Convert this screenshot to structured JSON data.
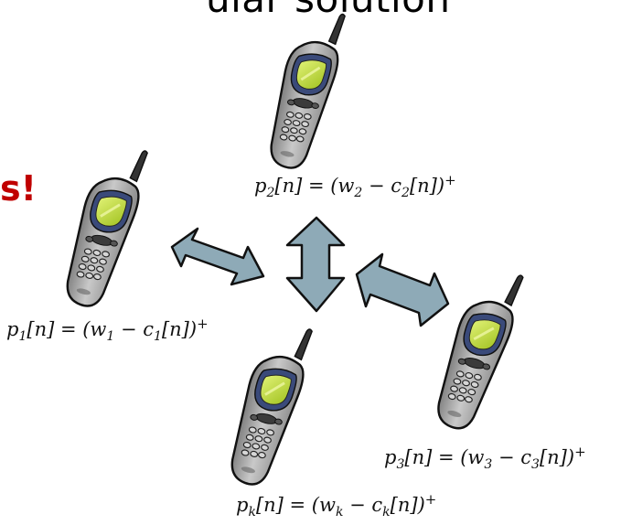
{
  "title_fragment": "ular solution",
  "red_fragment": "s!",
  "colors": {
    "arrow_fill": "#8eaab7",
    "arrow_stroke": "#111111",
    "phone_body": "#a6a6a6",
    "phone_screen": "#c8e636",
    "red_text": "#c00000"
  },
  "phones": [
    {
      "id": "phone-2",
      "icon": "cellphone-icon"
    },
    {
      "id": "phone-1",
      "icon": "cellphone-icon"
    },
    {
      "id": "phone-3",
      "icon": "cellphone-icon"
    },
    {
      "id": "phone-k",
      "icon": "cellphone-icon"
    }
  ],
  "formulas": {
    "p2": {
      "lhs": "p",
      "lhs_sub": "2",
      "n": "[n] = (w",
      "w_sub": "2",
      "minus": " − c",
      "c_sub": "2",
      "tail": "[n])",
      "sup": "+"
    },
    "p1": {
      "lhs": "p",
      "lhs_sub": "1",
      "n": "[n] = (w",
      "w_sub": "1",
      "minus": " − c",
      "c_sub": "1",
      "tail": "[n])",
      "sup": "+"
    },
    "p3": {
      "lhs": "p",
      "lhs_sub": "3",
      "n": "[n] = (w",
      "w_sub": "3",
      "minus": " − c",
      "c_sub": "3",
      "tail": "[n])",
      "sup": "+"
    },
    "pk": {
      "lhs": "p",
      "lhs_sub": "k",
      "n": "[n] = (w",
      "w_sub": "k",
      "minus": " − c",
      "c_sub": "k",
      "tail": "[n])",
      "sup": "+"
    }
  }
}
